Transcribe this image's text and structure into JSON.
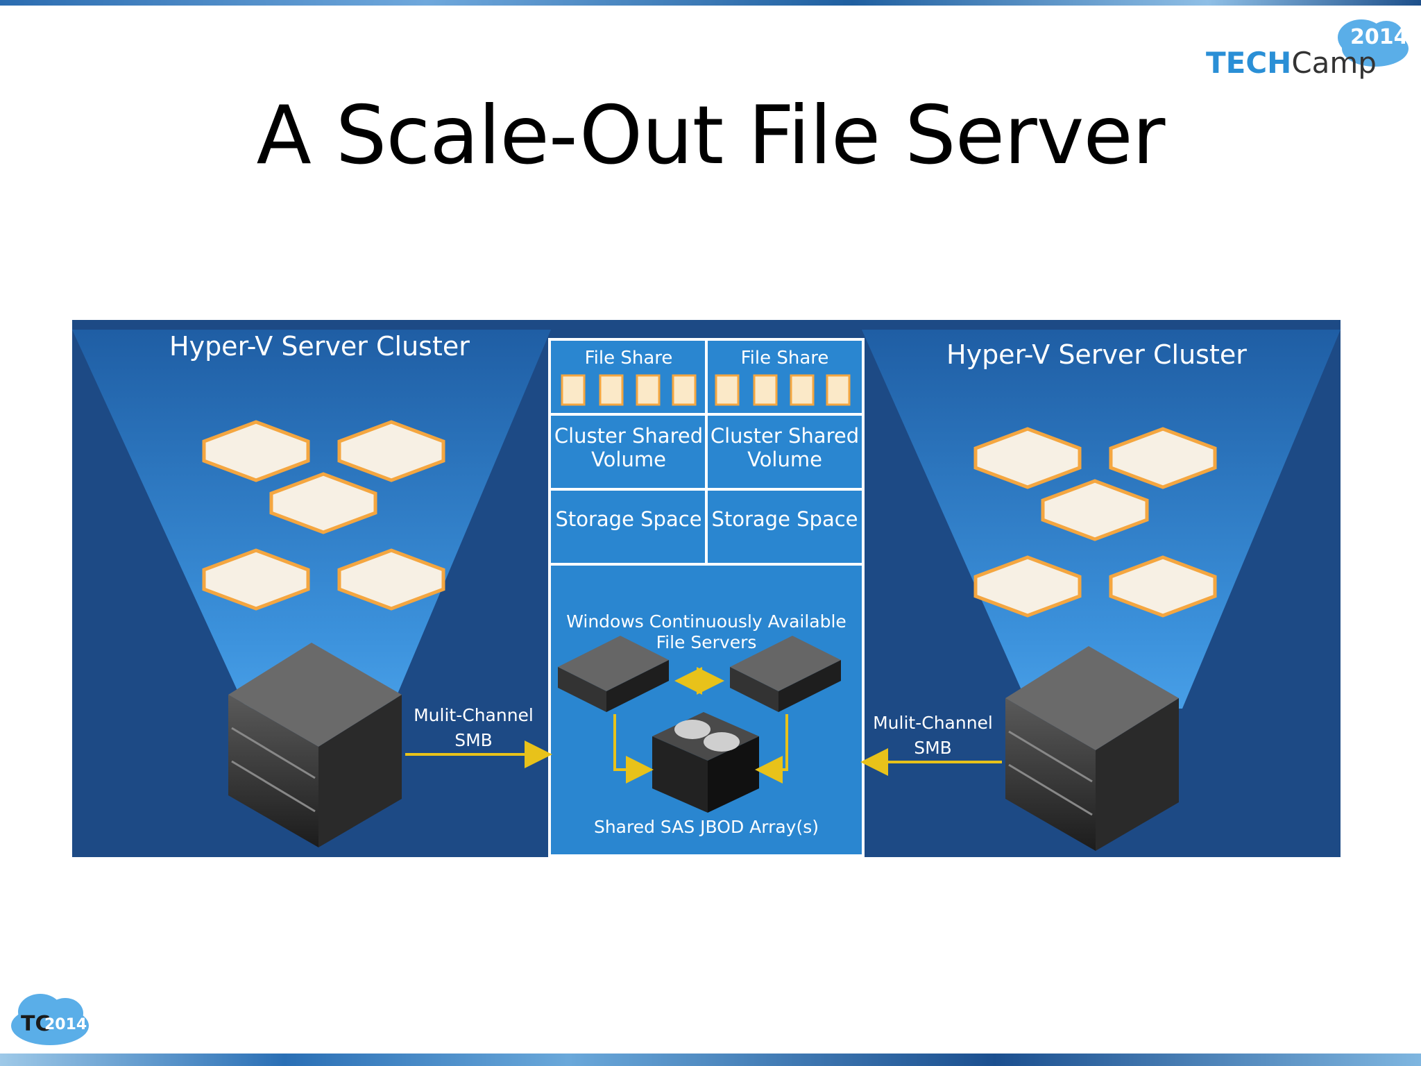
{
  "slide": {
    "title": "A Scale-Out File Server"
  },
  "logo": {
    "tech": "TECH",
    "camp": "Camp",
    "year": "2014"
  },
  "footer_logo": {
    "letters": "TC",
    "year": "2014"
  },
  "diagram": {
    "left_cluster": {
      "title": "Hyper-V Server Cluster",
      "link_label_1": "Mulit-Channel",
      "link_label_2": "SMB"
    },
    "right_cluster": {
      "title": "Hyper-V Server Cluster",
      "link_label_1": "Mulit-Channel",
      "link_label_2": "SMB"
    },
    "center": {
      "cells": [
        {
          "file_share": "File Share",
          "csv_1": "Cluster Shared",
          "csv_2": "Volume",
          "storage": "Storage Space"
        },
        {
          "file_share": "File Share",
          "csv_1": "Cluster Shared",
          "csv_2": "Volume",
          "storage": "Storage Space"
        }
      ],
      "file_servers_1": "Windows Continuously Available",
      "file_servers_2": "File Servers",
      "jbod": "Shared SAS JBOD Array(s)"
    },
    "colors": {
      "background": "#1d4a85",
      "light_cone": "#3e8fd8",
      "center_panel": "#2a86d0",
      "connector": "#e8c21a",
      "vm_box": "#f4a640"
    }
  }
}
